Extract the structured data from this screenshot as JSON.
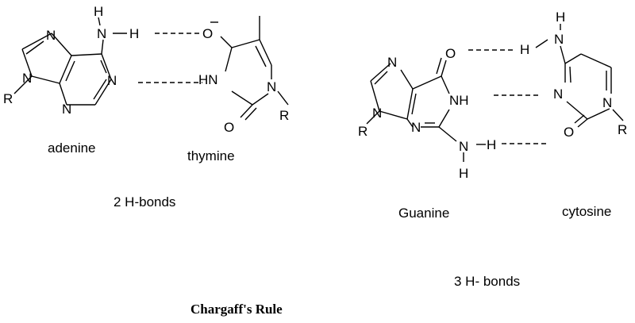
{
  "atoms": {
    "H": "H",
    "N": "N",
    "O": "O",
    "R": "R",
    "NH": "NH",
    "HN": "HN"
  },
  "captions": {
    "adenine": "adenine",
    "thymine": "thymine",
    "guanine": "Guanine",
    "cytosine": "cytosine",
    "at_bonds": "2 H-bonds",
    "gc_bonds": "3 H- bonds"
  },
  "title": "Chargaff's Rule"
}
